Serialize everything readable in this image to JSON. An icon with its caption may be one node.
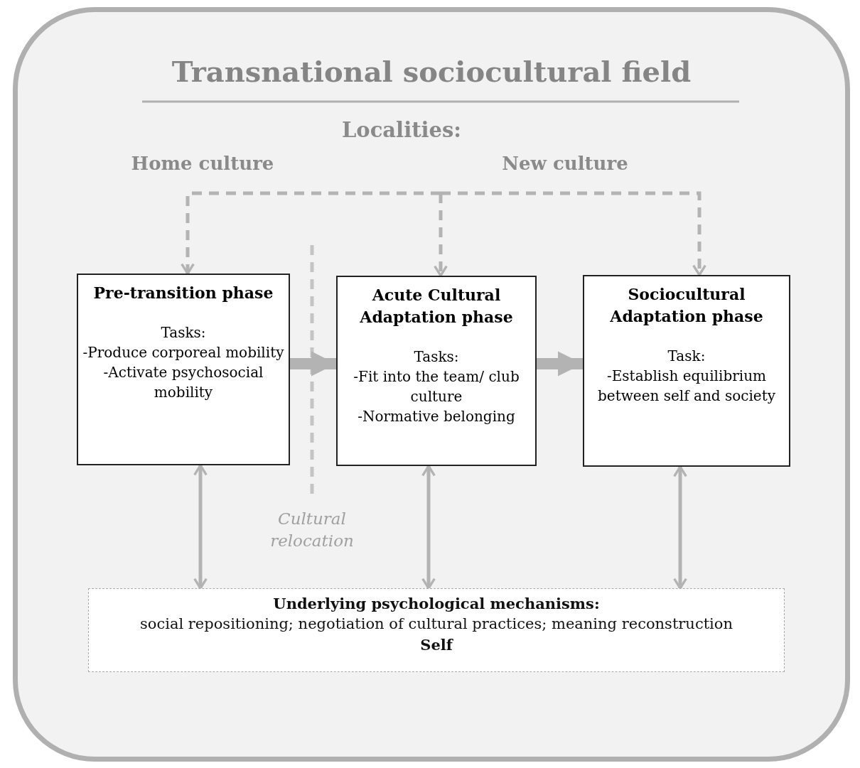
{
  "diagram": {
    "nodes": [
      {
        "text": [
          "Transnational sociocultural field"
        ]
      },
      {
        "text": [
          "Pre-transition phase",
          "Tasks:",
          "-Produce corporeal mobility",
          "-Activate psychosocial mobility"
        ],
        "in": 0
      },
      {
        "text": [
          "Acute Cultural Adaptation phase",
          "Tasks:",
          "-Fit into the team/ club culture",
          "-Normative belonging"
        ],
        "in": 0
      },
      {
        "text": [
          "Sociocultural Adaptation phase",
          "Task:",
          "-Establish equilibrium between self and society"
        ],
        "in": 0
      },
      {
        "text": [
          "Underlying psychological mechanisms:",
          "social repositioning; negotiation of cultural practices; meaning reconstruction",
          "Self"
        ],
        "in": 0
      }
    ],
    "edges": [
      {
        "from": null,
        "to": 1,
        "arrow": "to",
        "style": "dashed"
      },
      {
        "from": null,
        "to": 2,
        "arrow": "to",
        "style": "dashed"
      },
      {
        "from": null,
        "to": 3,
        "arrow": "to",
        "style": "dashed"
      },
      {
        "from": 1,
        "to": 2,
        "arrow": "to",
        "style": "thick"
      },
      {
        "from": 2,
        "to": 3,
        "arrow": "to",
        "style": "thick"
      },
      {
        "from": 1,
        "to": 4,
        "arrow": "both"
      },
      {
        "from": 2,
        "to": 4,
        "arrow": "both"
      },
      {
        "from": 3,
        "to": 4,
        "arrow": "both"
      }
    ],
    "labels": [
      "Localities:",
      "Home culture",
      "New culture",
      "Cultural relocation"
    ]
  }
}
